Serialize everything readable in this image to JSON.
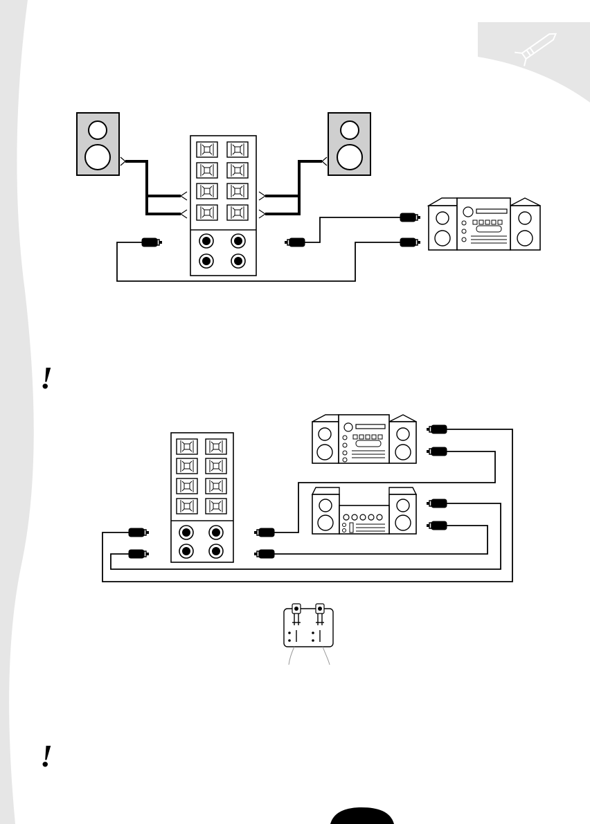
{
  "page": {
    "background": "#ffffff",
    "margin_band_color": "#e6e6e6",
    "corner_tab_color": "#e6e6e6",
    "line_color": "#000000"
  },
  "icons": {
    "corner_tab": "pen-icon",
    "warning_1": "exclamation-icon",
    "warning_2": "exclamation-icon"
  },
  "notes": {
    "warning_1_glyph": "!",
    "warning_2_glyph": "!"
  },
  "diagram_1": {
    "description_visible": false,
    "components": [
      "speaker-left",
      "speaker-right",
      "switch-box",
      "boombox-stereo"
    ]
  },
  "diagram_2": {
    "components": [
      "switch-box",
      "boombox-stereo",
      "mini-hifi-system",
      "rca-jack-panel"
    ]
  }
}
